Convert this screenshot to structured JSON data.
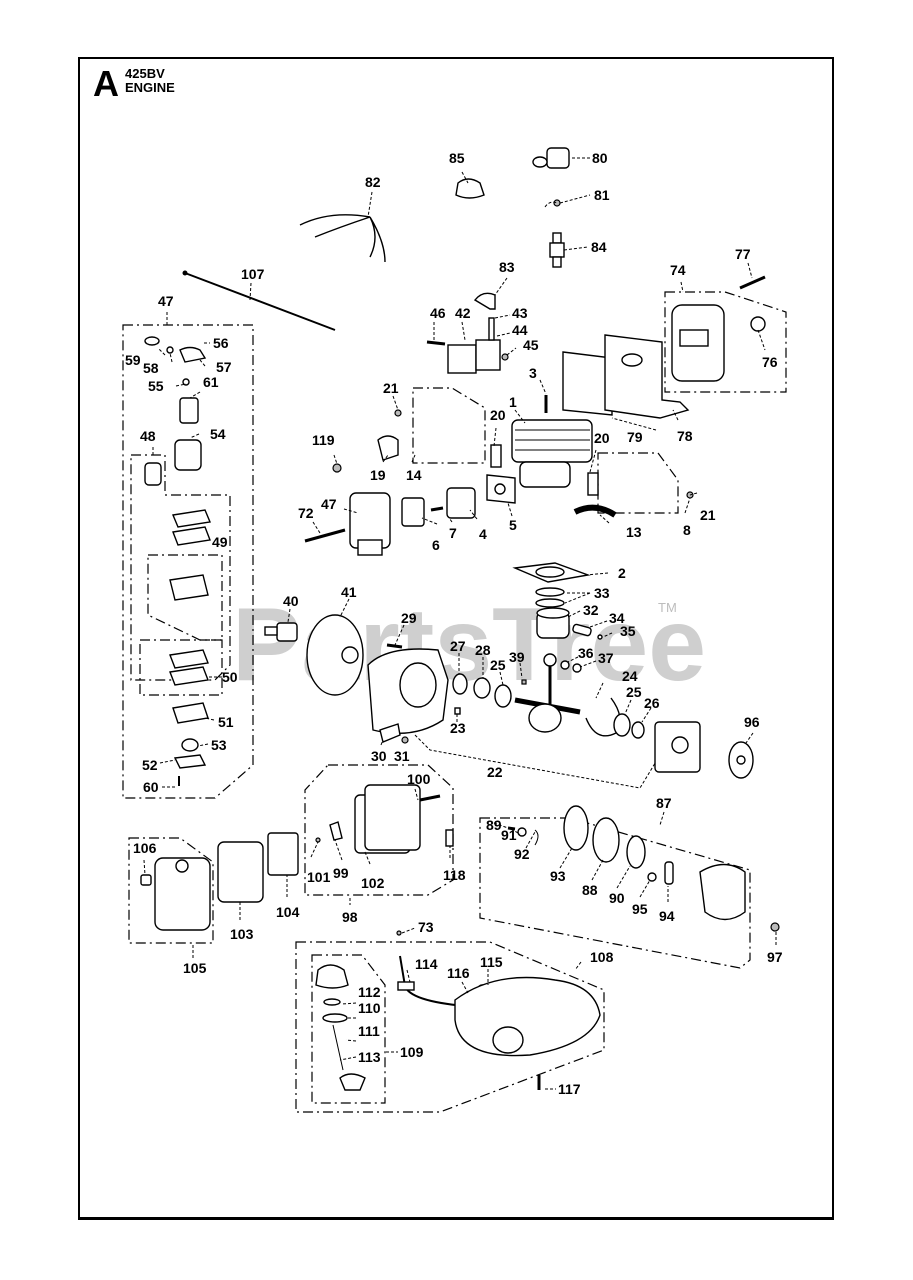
{
  "header": {
    "section_letter": "A",
    "model": "425BV",
    "title": "ENGINE"
  },
  "watermark": {
    "text": "PartsTree",
    "trademark": "TM"
  },
  "parts": {
    "p1": "1",
    "p2": "2",
    "p3": "3",
    "p4": "4",
    "p5": "5",
    "p6": "6",
    "p7": "7",
    "p8": "8",
    "p13": "13",
    "p14": "14",
    "p19": "19",
    "p20a": "20",
    "p20b": "20",
    "p21a": "21",
    "p21b": "21",
    "p22": "22",
    "p23": "23",
    "p24": "24",
    "p25a": "25",
    "p25b": "25",
    "p26": "26",
    "p27": "27",
    "p28": "28",
    "p29": "29",
    "p30": "30",
    "p31": "31",
    "p32": "32",
    "p33": "33",
    "p34": "34",
    "p35": "35",
    "p36": "36",
    "p37": "37",
    "p39": "39",
    "p40": "40",
    "p41": "41",
    "p42": "42",
    "p43": "43",
    "p44": "44",
    "p45": "45",
    "p46": "46",
    "p47a": "47",
    "p47b": "47",
    "p48": "48",
    "p49": "49",
    "p50": "50",
    "p51": "51",
    "p52": "52",
    "p53": "53",
    "p54": "54",
    "p55": "55",
    "p56": "56",
    "p57": "57",
    "p58": "58",
    "p59": "59",
    "p60": "60",
    "p61": "61",
    "p72": "72",
    "p73": "73",
    "p74": "74",
    "p76": "76",
    "p77": "77",
    "p78": "78",
    "p79": "79",
    "p80": "80",
    "p81": "81",
    "p82": "82",
    "p83": "83",
    "p84": "84",
    "p85": "85",
    "p87": "87",
    "p88": "88",
    "p89": "89",
    "p90": "90",
    "p91": "91",
    "p92": "92",
    "p93": "93",
    "p94": "94",
    "p95": "95",
    "p96": "96",
    "p97": "97",
    "p98": "98",
    "p99": "99",
    "p100": "100",
    "p101": "101",
    "p102": "102",
    "p103": "103",
    "p104": "104",
    "p105": "105",
    "p106": "106",
    "p107": "107",
    "p108": "108",
    "p109": "109",
    "p110": "110",
    "p111": "111",
    "p112": "112",
    "p113": "113",
    "p114": "114",
    "p115": "115",
    "p116": "116",
    "p117": "117",
    "p118": "118",
    "p119": "119"
  }
}
